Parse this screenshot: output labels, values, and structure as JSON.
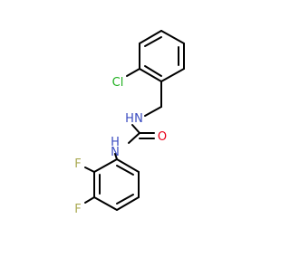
{
  "molecule": {
    "atom_labels": {
      "cl": "Cl",
      "nh_top": "N",
      "h_top": "H",
      "nh_bottom": "N",
      "h_bottom": "H",
      "o": "O",
      "f_ortho": "F",
      "f_para": "F"
    },
    "colors": {
      "bond": "#000000",
      "chlorine": "#1fb01f",
      "nitrogen": "#3b4cc0",
      "oxygen": "#e8001a",
      "fluorine": "#a8a850"
    }
  }
}
